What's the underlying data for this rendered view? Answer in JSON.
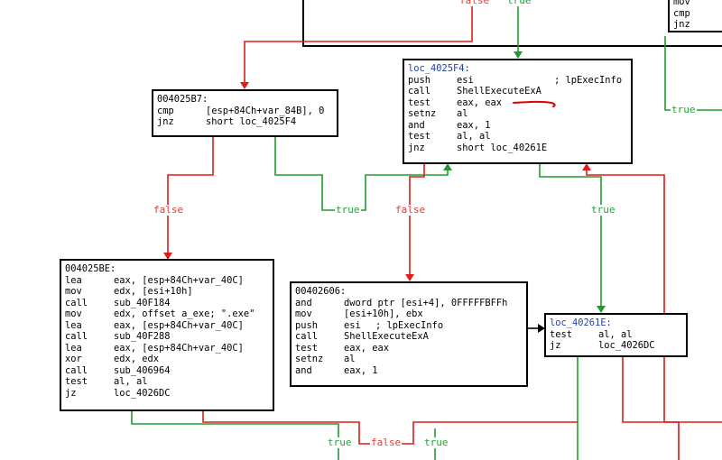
{
  "colors": {
    "true_edge": "#1e9c2e",
    "false_edge": "#e01b1b",
    "loc_label": "#2244aa",
    "annotation": "#e00000"
  },
  "edge_labels": {
    "false_top": "false",
    "true_top": "true",
    "true_right": "true",
    "false_left": "false",
    "true_mid": "true",
    "false_mid": "false",
    "true_loc": "true",
    "true_bottom_left": "true",
    "false_bottom": "false",
    "true_bottom_right": "true"
  },
  "blocks": {
    "topright": {
      "rows": [
        {
          "mn": "mov",
          "op": ""
        },
        {
          "mn": "cmp",
          "op": ""
        },
        {
          "mn": "jnz",
          "op": ""
        }
      ]
    },
    "b4025b7": {
      "header": "004025B7:",
      "rows": [
        {
          "mn": "cmp",
          "op": "[esp+84Ch+var_84B], 0"
        },
        {
          "mn": "jnz",
          "op": "short loc_4025F4"
        }
      ]
    },
    "b4025f4": {
      "header": "loc_4025F4:",
      "rows": [
        {
          "mn": "push",
          "op": "esi",
          "cm": "; lpExecInfo"
        },
        {
          "mn": "call",
          "op": "ShellExecuteExA"
        },
        {
          "mn": "test",
          "op": "eax, eax"
        },
        {
          "mn": "setnz",
          "op": "al"
        },
        {
          "mn": "and",
          "op": "eax, 1"
        },
        {
          "mn": "test",
          "op": "al, al"
        },
        {
          "mn": "jnz",
          "op": "short loc_40261E"
        }
      ]
    },
    "b4025be": {
      "header": "004025BE:",
      "rows": [
        {
          "mn": "lea",
          "op": "eax, [esp+84Ch+var_40C]"
        },
        {
          "mn": "mov",
          "op": "edx, [esi+10h]"
        },
        {
          "mn": "call",
          "op": "sub_40F184"
        },
        {
          "mn": "mov",
          "op": "edx, offset a_exe; \".exe\""
        },
        {
          "mn": "lea",
          "op": "eax, [esp+84Ch+var_40C]"
        },
        {
          "mn": "call",
          "op": "sub_40F288"
        },
        {
          "mn": "lea",
          "op": "eax, [esp+84Ch+var_40C]"
        },
        {
          "mn": "xor",
          "op": "edx, edx"
        },
        {
          "mn": "call",
          "op": "sub_406964"
        },
        {
          "mn": "test",
          "op": "al, al"
        },
        {
          "mn": "jz",
          "op": "loc_4026DC"
        }
      ]
    },
    "b402606": {
      "header": "00402606:",
      "rows": [
        {
          "mn": "and",
          "op": "dword ptr [esi+4], 0FFFFFBFFh"
        },
        {
          "mn": "mov",
          "op": "[esi+10h], ebx"
        },
        {
          "mn": "push",
          "op": "esi",
          "cm": "; lpExecInfo"
        },
        {
          "mn": "call",
          "op": "ShellExecuteExA"
        },
        {
          "mn": "test",
          "op": "eax, eax"
        },
        {
          "mn": "setnz",
          "op": "al"
        },
        {
          "mn": "and",
          "op": "eax, 1"
        }
      ]
    },
    "b40261e": {
      "header": "loc_40261E:",
      "rows": [
        {
          "mn": "test",
          "op": "al, al"
        },
        {
          "mn": "jz",
          "op": "loc_4026DC"
        }
      ]
    }
  }
}
